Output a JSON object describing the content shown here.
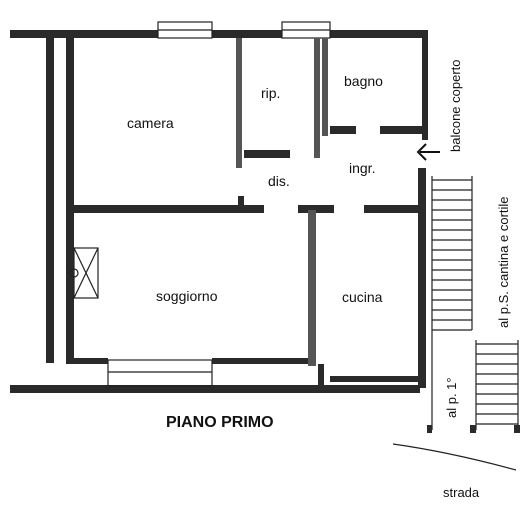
{
  "plan": {
    "title": "PIANO PRIMO",
    "rooms": {
      "camera": "camera",
      "rip": "rip.",
      "bagno": "bagno",
      "dis": "dis.",
      "ingr": "ingr.",
      "soggiorno": "soggiorno",
      "cucina": "cucina"
    },
    "labels": {
      "balcone": "balcone coperto",
      "cantina": "al p.S. cantina e cortile",
      "piano1": "al p. 1°",
      "strada": "strada"
    }
  }
}
